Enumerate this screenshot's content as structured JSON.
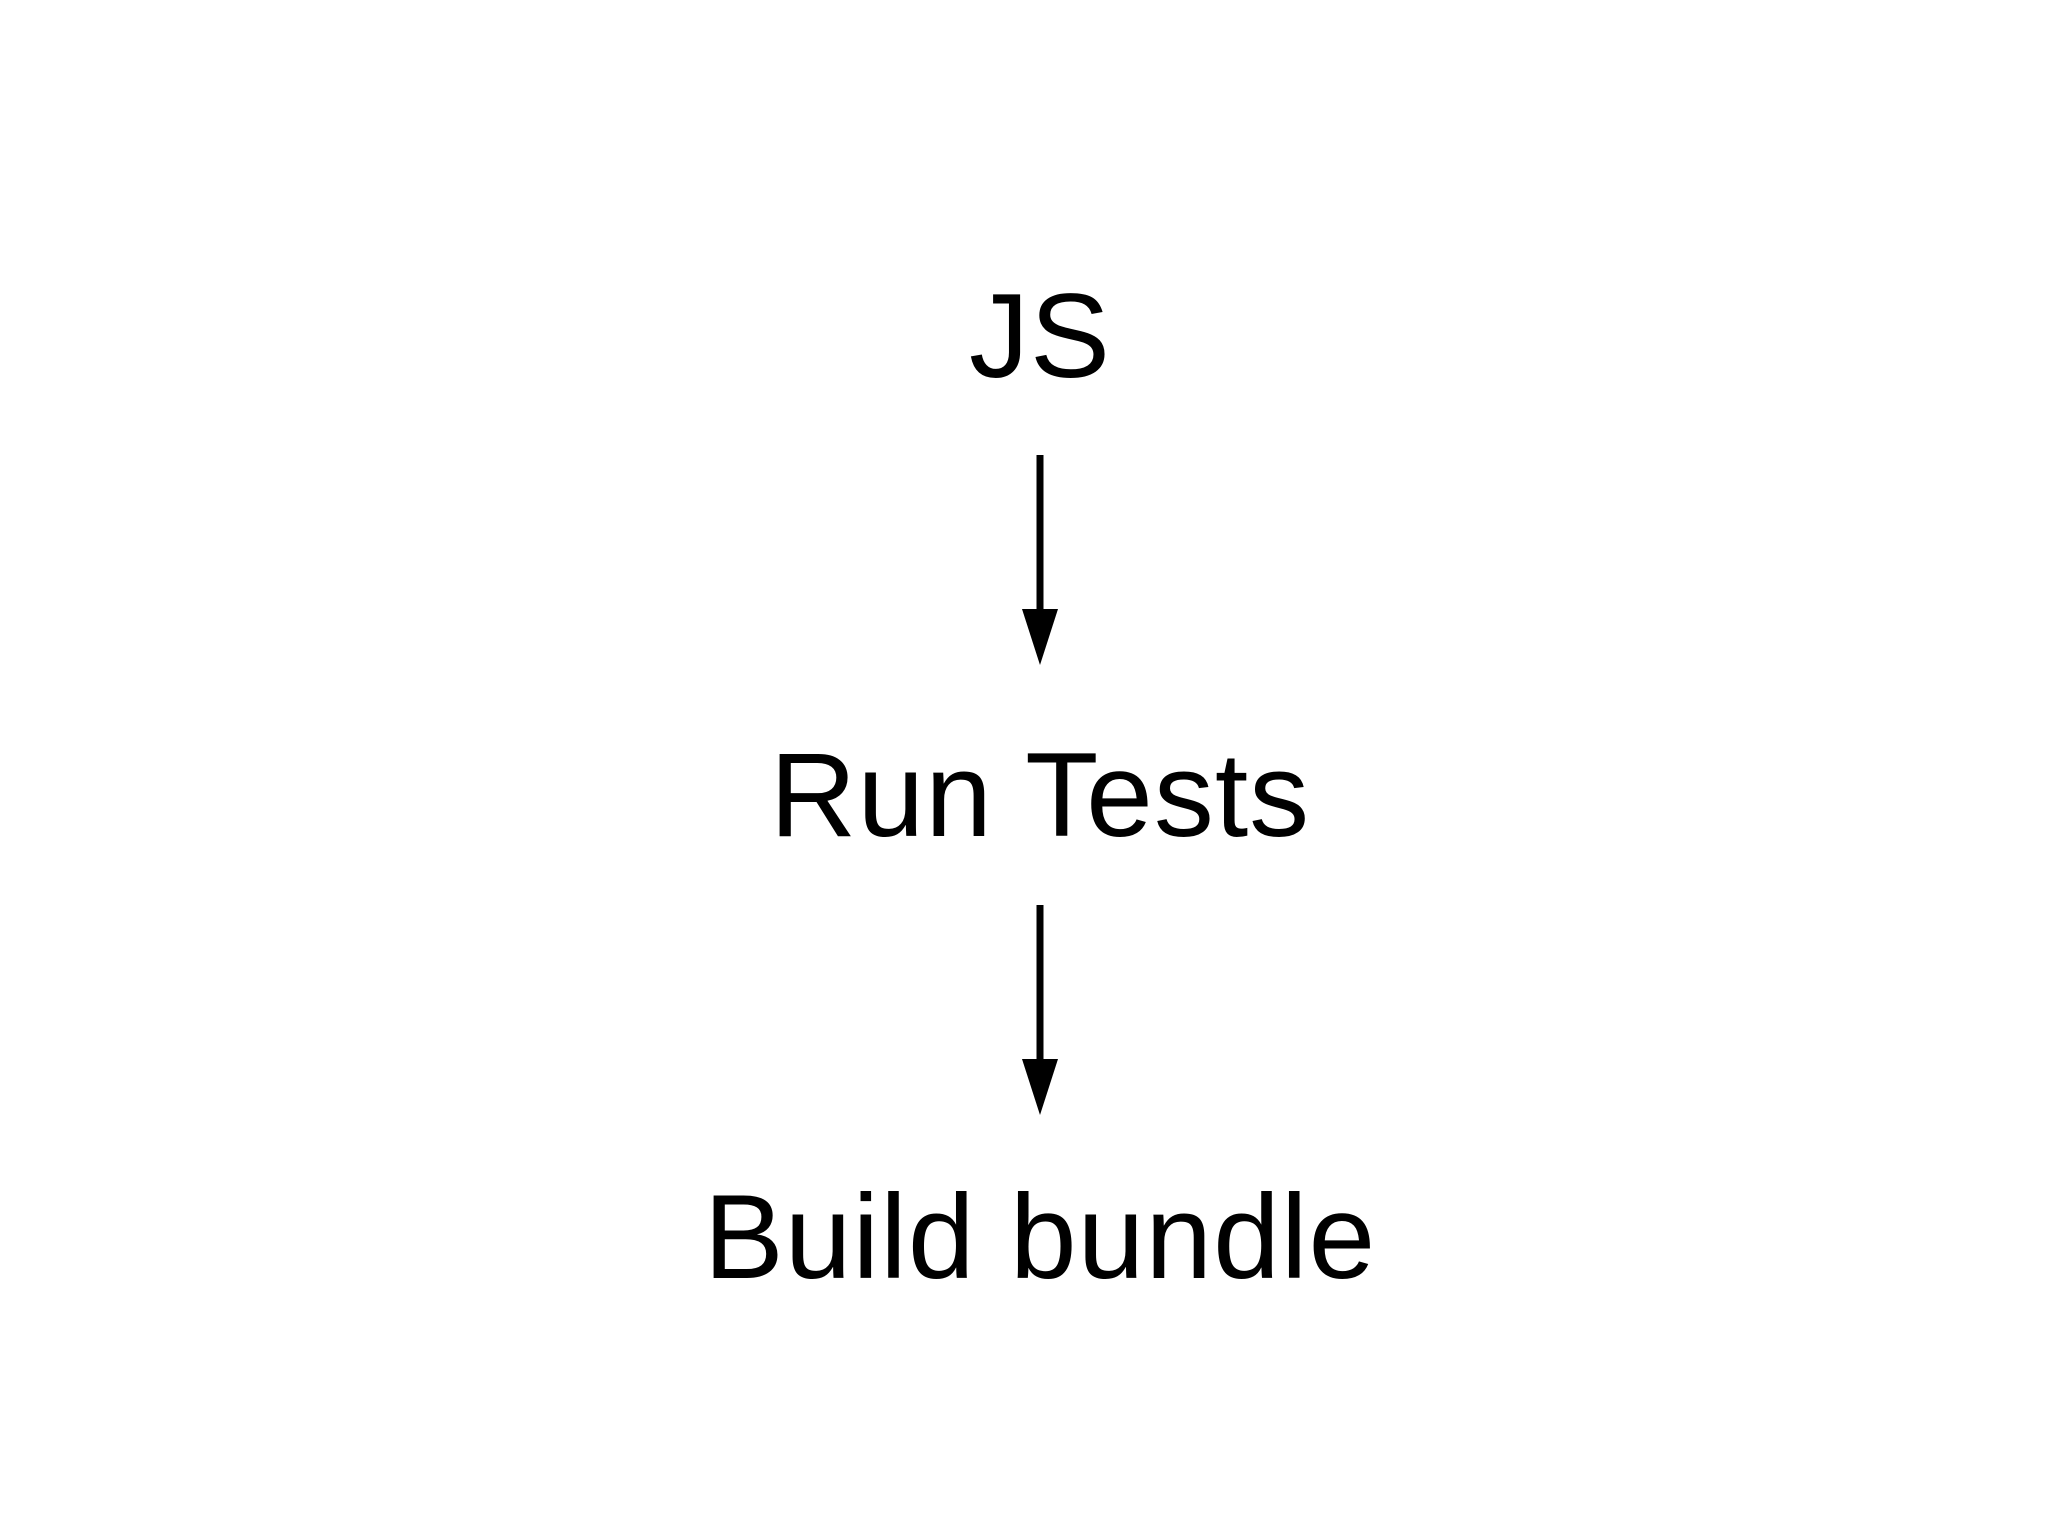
{
  "slide": {
    "background_color": "#ffffff",
    "text_color": "#000000",
    "arrow_color": "#000000"
  },
  "diagram": {
    "type": "flowchart",
    "direction": "top-down",
    "nodes": [
      {
        "id": "js",
        "label": "JS"
      },
      {
        "id": "run-tests",
        "label": "Run Tests"
      },
      {
        "id": "build-bundle",
        "label": "Build bundle"
      }
    ],
    "edges": [
      {
        "from": "js",
        "to": "run-tests",
        "icon": "arrow-down-icon"
      },
      {
        "from": "run-tests",
        "to": "build-bundle",
        "icon": "arrow-down-icon"
      }
    ]
  }
}
